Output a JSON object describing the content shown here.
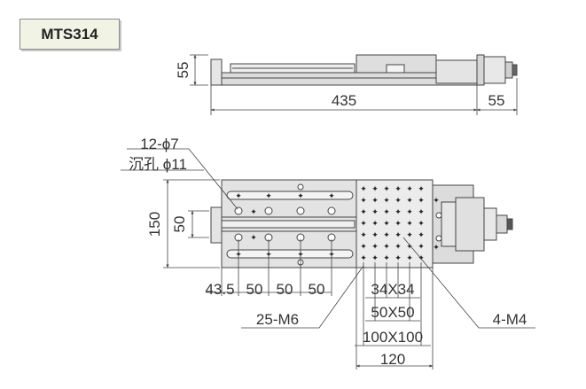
{
  "model": "MTS314",
  "side_view": {
    "height_label": "55",
    "length_label": "435",
    "motor_label": "55"
  },
  "top_view": {
    "hole_callout_line1": "12-ϕ7",
    "hole_callout_line2": "沉孔 ϕ11",
    "width_label": "150",
    "rail_spacing_label": "50",
    "base_pitch": [
      "43.5",
      "50",
      "50",
      "50"
    ],
    "base_tap_label": "25-M6",
    "grid_labels": [
      "34X34",
      "50X50",
      "100X100"
    ],
    "table_width_label": "120",
    "table_tap_label": "4-M4"
  }
}
